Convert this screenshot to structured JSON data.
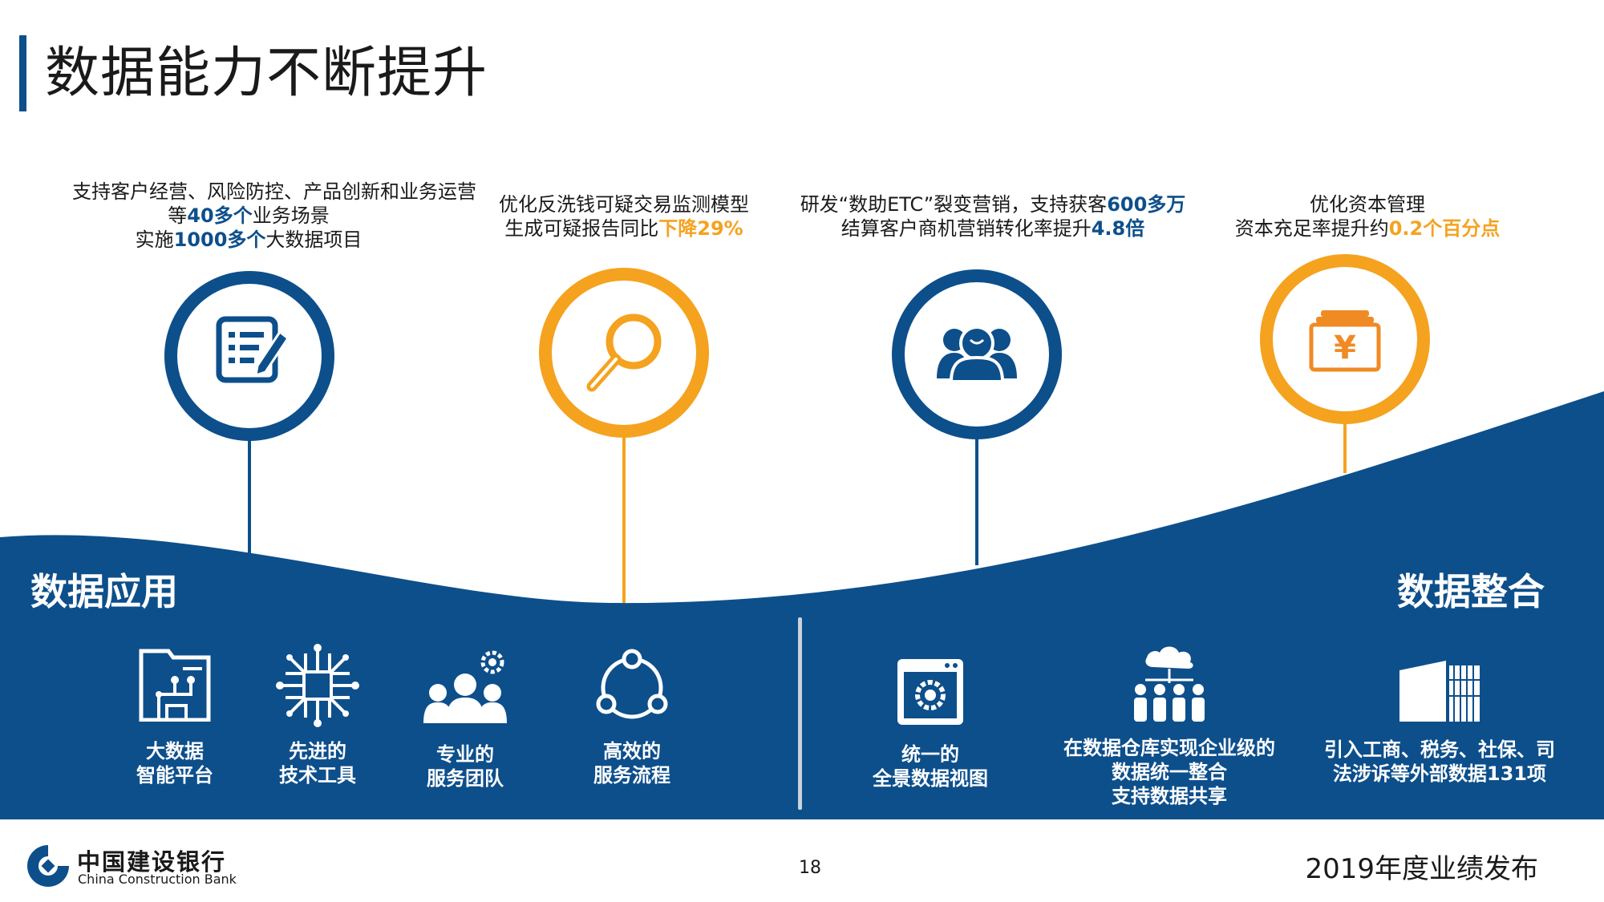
{
  "title": "数据能力不断提升",
  "achievements": [
    {
      "line1": "支持客户经营、风险防控、产品创新和业务运营",
      "line2_pre": "等",
      "line2_hl": "40多个",
      "line2_post": "业务场景",
      "line3_pre": "实施",
      "line3_hl": "1000多个",
      "line3_post": "大数据项目",
      "icon": "checklist-edit-icon",
      "ring_color": "#0d4f8b"
    },
    {
      "line1": "优化反洗钱可疑交易监测模型",
      "line2_pre": "生成可疑报告同比",
      "line2_hl": "下降29%",
      "icon": "magnifier-icon",
      "ring_color": "#f5a21f"
    },
    {
      "line1_pre": "研发“数助ETC”裂变营销，支持获客",
      "line1_hl": "600多万",
      "line2_pre": "结算客户商机营销转化率提升",
      "line2_hl": "4.8倍",
      "icon": "customer-group-icon",
      "ring_color": "#0d4f8b"
    },
    {
      "line1": "优化资本管理",
      "line2_pre": "资本充足率提升约",
      "line2_hl": "0.2个百分点",
      "icon": "yen-box-icon",
      "ring_color": "#f5a21f"
    }
  ],
  "section_left": "数据应用",
  "section_right": "数据整合",
  "left_features": [
    {
      "label": "大数据\n智能平台",
      "icon": "smart-platform-icon"
    },
    {
      "label": "先进的\n技术工具",
      "icon": "tech-network-icon"
    },
    {
      "label": "专业的\n服务团队",
      "icon": "team-gear-icon"
    },
    {
      "label": "高效的\n服务流程",
      "icon": "process-cycle-icon"
    }
  ],
  "right_features": [
    {
      "label": "统一的\n全景数据视图",
      "icon": "settings-window-icon"
    },
    {
      "label": "在数据仓库实现企业级的\n数据统一整合\n支持数据共享",
      "icon": "cloud-share-icon"
    },
    {
      "label": "引入工商、税务、社保、司\n法涉诉等外部数据131项",
      "icon": "server-rack-icon"
    }
  ],
  "footer": {
    "bank_cn": "中国建设银行",
    "bank_en": "China Construction Bank",
    "page_number": "18",
    "report": "2019年度业绩发布"
  },
  "colors": {
    "brand_blue": "#0d4f8b",
    "accent_orange": "#f5a21f"
  }
}
